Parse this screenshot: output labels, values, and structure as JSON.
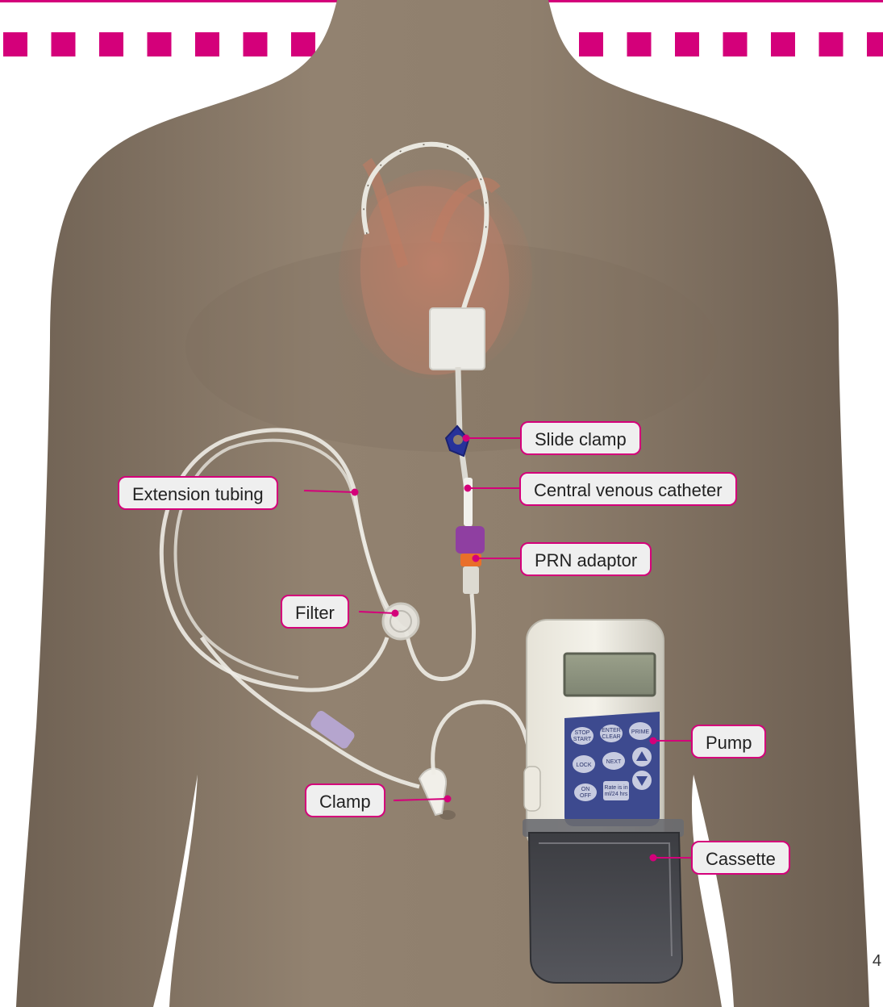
{
  "colors": {
    "accent": "#d4007a",
    "skin": "#8d7c6a",
    "label_bg": "#efefef"
  },
  "labels": {
    "slide_clamp": "Slide clamp",
    "central_venous_catheter": "Central venous catheter",
    "extension_tubing": "Extension tubing",
    "prn_adaptor": "PRN adaptor",
    "filter": "Filter",
    "pump": "Pump",
    "clamp": "Clamp",
    "cassette": "Cassette"
  },
  "pump_buttons": {
    "stop_start": [
      "STOP",
      "START"
    ],
    "enter_clear": [
      "ENTER",
      "CLEAR"
    ],
    "prime": "PRIME",
    "lock": "LOCK",
    "next": "NEXT",
    "on_off": [
      "ON",
      "OFF"
    ],
    "rate": [
      "Rate is in",
      "ml/24 hrs"
    ]
  },
  "page_number": "4"
}
